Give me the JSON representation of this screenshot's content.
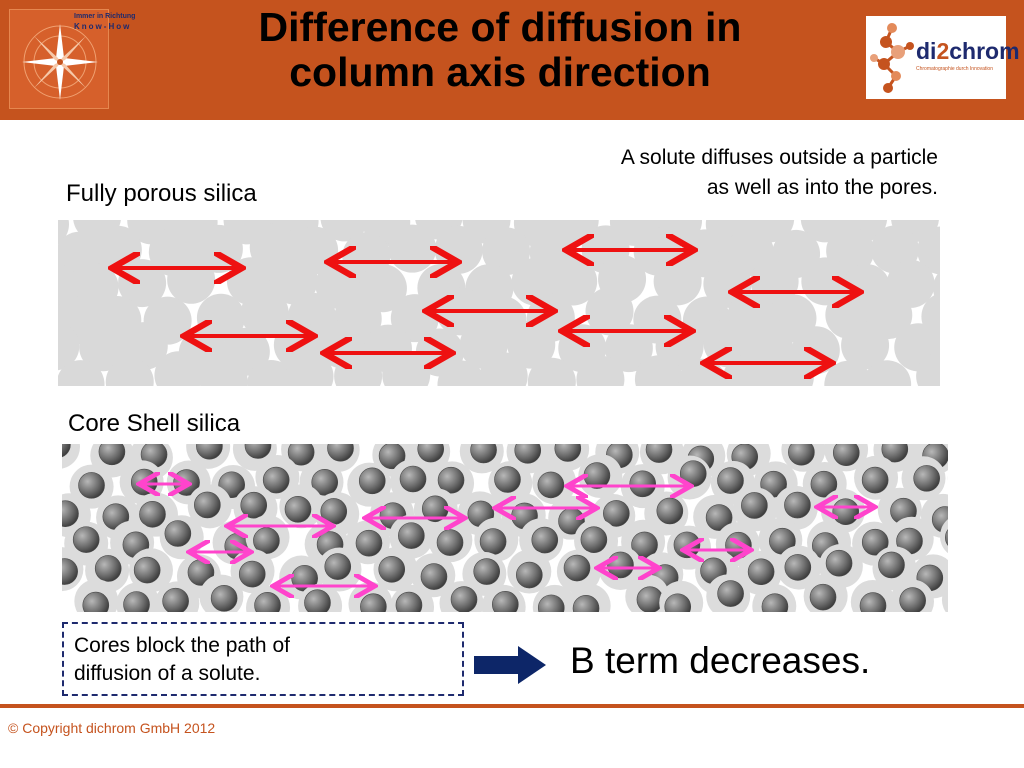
{
  "header": {
    "title_line1": "Difference of diffusion in",
    "title_line2": "column axis direction",
    "logo_left_tagline1": "Immer in Richtung",
    "logo_left_tagline2": "Know-How",
    "logo_right_brand_a": "di",
    "logo_right_brand_b": "2",
    "logo_right_brand_c": "chrom",
    "logo_right_subtitle": "Chromatographie durch Innovation"
  },
  "note": {
    "line1": "A solute diffuses outside a particle",
    "line2": "as well as into the pores."
  },
  "fully_porous": {
    "label": "Fully porous silica",
    "arrow_color": "#ee1111",
    "particle_color": "#d9d9d9"
  },
  "core_shell": {
    "label": "Core Shell silica",
    "arrow_color": "#ff44cc",
    "shell_color": "#dcdcdc",
    "core_color": "#6e6e6e"
  },
  "callout": {
    "line1": "Cores block the path of",
    "line2": "diffusion of a solute."
  },
  "result": {
    "text": "B term decreases.",
    "arrow_color": "#0d2668"
  },
  "footer": {
    "copyright": "© Copyright dichrom GmbH 2012"
  },
  "colors": {
    "brand": "#c5531e",
    "navy": "#1e2a6e"
  }
}
